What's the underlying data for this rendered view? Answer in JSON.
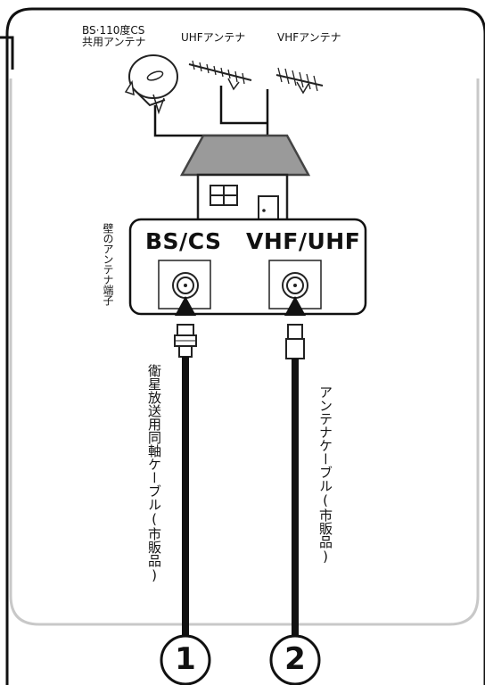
{
  "antennas": {
    "bs_cs_line1": "BS·110度CS",
    "bs_cs_line2": "共用アンテナ",
    "uhf": "UHFアンテナ",
    "vhf": "VHFアンテナ"
  },
  "wall_terminal": {
    "label": "壁のアンテナ端子",
    "port_bs_cs": "BS/CS",
    "port_vhf_uhf": "VHF/UHF"
  },
  "cables": {
    "cable_1": "衛星放送用同軸ケーブル(市販品)",
    "cable_2": "アンテナケーブル(市販品)"
  },
  "callouts": {
    "marker_1": "1",
    "marker_2": "2"
  },
  "colors": {
    "frame_border": "#111111",
    "panel_border": "#c8c8c8",
    "roof_fill": "#9a9a9a",
    "roof_stroke": "#444444",
    "cable": "#111111"
  }
}
